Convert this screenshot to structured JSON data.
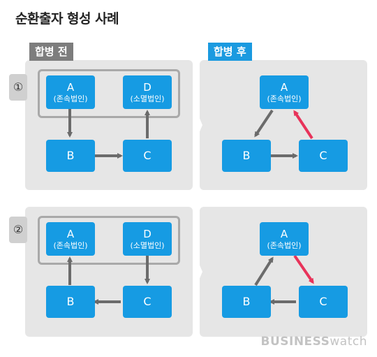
{
  "title": "순환출자 형성 사례",
  "tags": {
    "before": "합병 전",
    "after": "합병 후"
  },
  "cases": [
    {
      "number": "①"
    },
    {
      "number": "②"
    }
  ],
  "nodes": {
    "a": "A",
    "a_sub": "(존속법인)",
    "d": "D",
    "d_sub": "(소멸법인)",
    "b": "B",
    "c": "C"
  },
  "colors": {
    "node": "#169be3",
    "arrow_gray": "#6b6b6b",
    "arrow_red": "#e8335a"
  },
  "logo": {
    "bold": "BUSINESS",
    "light": "watch"
  }
}
